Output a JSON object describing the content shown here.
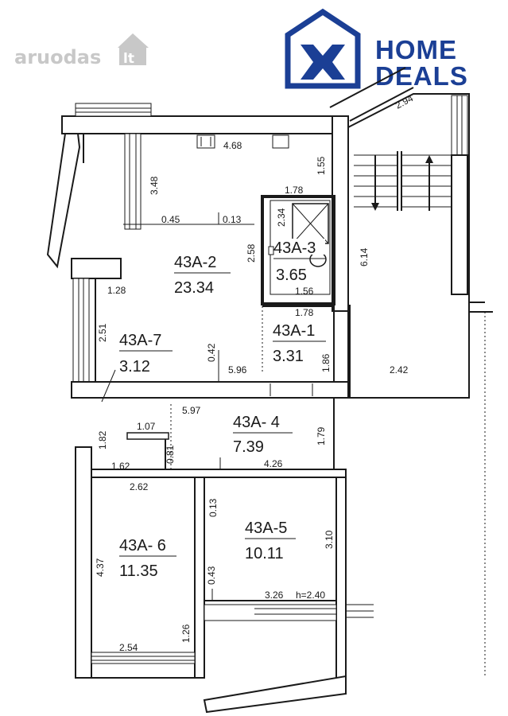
{
  "watermark": {
    "text": "aruodas",
    "suffix": "lt"
  },
  "brand": {
    "line1": "HOME",
    "line2": "DEALS",
    "color": "#1b3f95",
    "icon": "house-x-icon"
  },
  "rooms": [
    {
      "id": "43A-2",
      "label": "43A-2",
      "area": "23.34"
    },
    {
      "id": "43A-3",
      "label": "43A-3",
      "area": "3.65"
    },
    {
      "id": "43A-1",
      "label": "43A-1",
      "area": "3.31"
    },
    {
      "id": "43A-7",
      "label": "43A-7",
      "area": "3.12"
    },
    {
      "id": "43A-4",
      "label": "43A- 4",
      "area": "7.39"
    },
    {
      "id": "43A-6",
      "label": "43A- 6",
      "area": "11.35"
    },
    {
      "id": "43A-5",
      "label": "43A-5",
      "area": "10.11"
    }
  ],
  "dimensions": {
    "d_2_94": "2.94",
    "d_4_68": "4.68",
    "d_1_55": "1.55",
    "d_3_48": "3.48",
    "d_1_78_top": "1.78",
    "d_0_45": "0.45",
    "d_0_13_top": "0.13",
    "d_2_34": "2.34",
    "d_2_58": "2.58",
    "d_6_14": "6.14",
    "d_1_28": "1.28",
    "d_1_56": "1.56",
    "d_1_78_mid": "1.78",
    "d_2_51": "2.51",
    "d_0_42": "0.42",
    "d_5_96": "5.96",
    "d_1_86": "1.86",
    "d_2_42": "2.42",
    "d_5_97": "5.97",
    "d_1_07": "1.07",
    "d_1_82": "1.82",
    "d_1_79": "1.79",
    "d_0_81": "0.81",
    "d_1_62": "1.62",
    "d_4_26": "4.26",
    "d_2_62": "2.62",
    "d_0_13_low": "0.13",
    "d_3_10": "3.10",
    "d_4_37": "4.37",
    "d_0_43": "0.43",
    "d_3_26": "3.26",
    "d_h": "h=2.40",
    "d_1_26": "1.26",
    "d_2_54": "2.54"
  }
}
